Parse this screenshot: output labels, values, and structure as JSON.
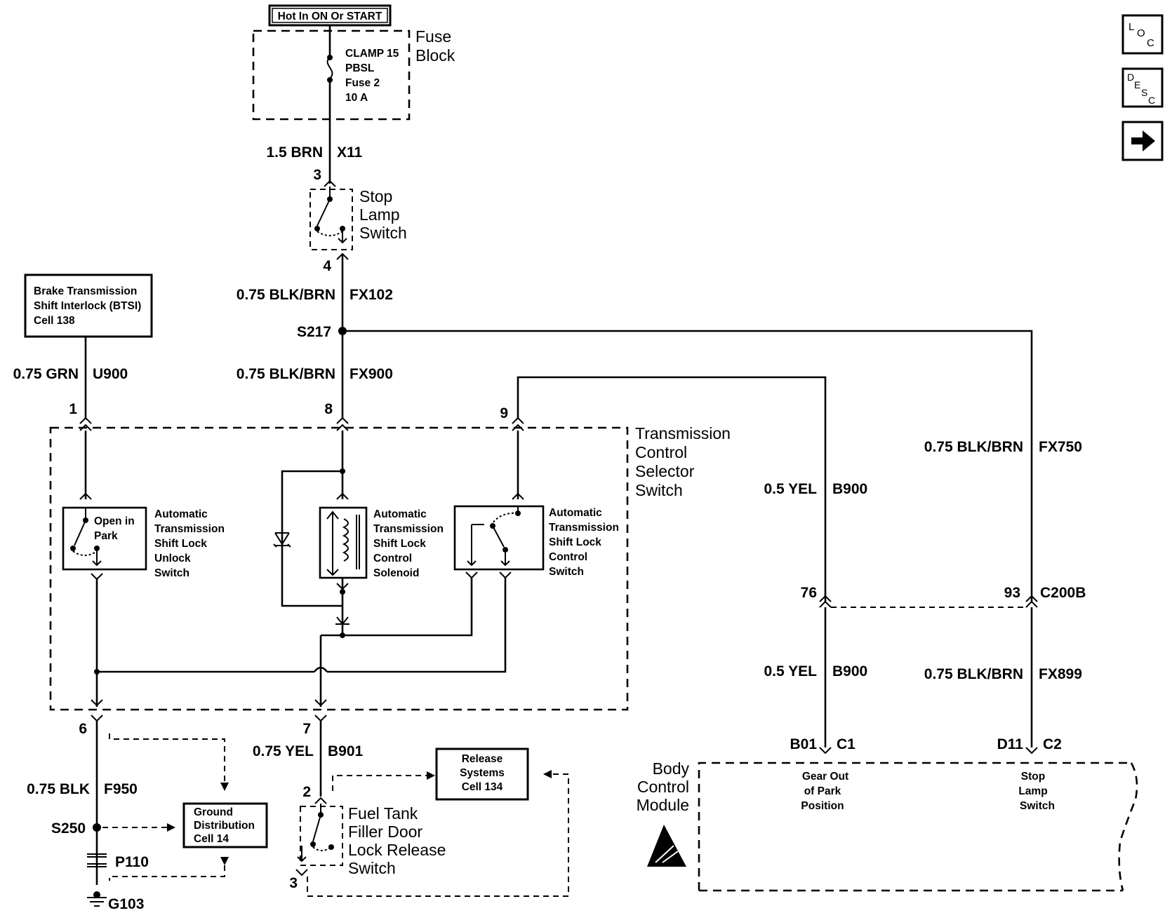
{
  "header": {
    "hot_label": "Hot In ON Or START"
  },
  "fuse_block": {
    "title_l1": "Fuse",
    "title_l2": "Block",
    "fuse_l1": "CLAMP 15",
    "fuse_l2": "PBSL",
    "fuse_l3": "Fuse 2",
    "fuse_l4": "10 A"
  },
  "wires": {
    "x11": {
      "gauge": "1.5 BRN",
      "circuit": "X11"
    },
    "fx102": {
      "gauge": "0.75 BLK/BRN",
      "circuit": "FX102"
    },
    "fx900": {
      "gauge": "0.75 BLK/BRN",
      "circuit": "FX900"
    },
    "u900": {
      "gauge": "0.75 GRN",
      "circuit": "U900"
    },
    "fx750": {
      "gauge": "0.75 BLK/BRN",
      "circuit": "FX750"
    },
    "b900_top": {
      "gauge": "0.5 YEL",
      "circuit": "B900"
    },
    "b900_bot": {
      "gauge": "0.5 YEL",
      "circuit": "B900"
    },
    "fx899": {
      "gauge": "0.75 BLK/BRN",
      "circuit": "FX899"
    },
    "b901": {
      "gauge": "0.75 YEL",
      "circuit": "B901"
    },
    "f950": {
      "gauge": "0.75 BLK",
      "circuit": "F950"
    }
  },
  "stop_lamp_switch": {
    "l1": "Stop",
    "l2": "Lamp",
    "l3": "Switch",
    "pin_top": "3",
    "pin_bot": "4"
  },
  "splice": {
    "s217": "S217",
    "s250": "S250"
  },
  "btsi": {
    "l1": "Brake Transmission",
    "l2": "Shift Interlock (BTSI)",
    "l3": "Cell 138"
  },
  "tcss": {
    "l1": "Transmission",
    "l2": "Control",
    "l3": "Selector",
    "l4": "Switch",
    "pins": {
      "p1": "1",
      "p8": "8",
      "p9": "9",
      "p6": "6",
      "p7": "7"
    },
    "unlock": {
      "open_l1": "Open in",
      "open_l2": "Park",
      "l1": "Automatic",
      "l2": "Transmission",
      "l3": "Shift Lock",
      "l4": "Unlock",
      "l5": "Switch"
    },
    "solenoid": {
      "l1": "Automatic",
      "l2": "Transmission",
      "l3": "Shift Lock",
      "l4": "Control",
      "l5": "Solenoid"
    },
    "control": {
      "l1": "Automatic",
      "l2": "Transmission",
      "l3": "Shift Lock",
      "l4": "Control",
      "l5": "Switch"
    }
  },
  "c200b": {
    "pin76": "76",
    "pin93": "93",
    "name": "C200B"
  },
  "bcm": {
    "l1": "Body",
    "l2": "Control",
    "l3": "Module",
    "b01": "B01",
    "c1": "C1",
    "d11": "D11",
    "c2": "C2",
    "gear_l1": "Gear Out",
    "gear_l2": "of Park",
    "gear_l3": "Position",
    "stop_l1": "Stop",
    "stop_l2": "Lamp",
    "stop_l3": "Switch"
  },
  "ground_dist": {
    "l1": "Ground",
    "l2": "Distribution",
    "l3": "Cell 14"
  },
  "release_sys": {
    "l1": "Release",
    "l2": "Systems",
    "l3": "Cell 134"
  },
  "filler_door": {
    "l1": "Fuel Tank",
    "l2": "Filler Door",
    "l3": "Lock Release",
    "l4": "Switch",
    "pin2": "2",
    "pin3": "3"
  },
  "ground": {
    "p110": "P110",
    "g103": "G103"
  },
  "nav": {
    "loc": {
      "big": "L",
      "small": "O",
      "sub": "C"
    },
    "desc": {
      "a": "D",
      "b": "E",
      "c": "S",
      "d": "C"
    },
    "next_icon": "arrow-right-icon"
  }
}
